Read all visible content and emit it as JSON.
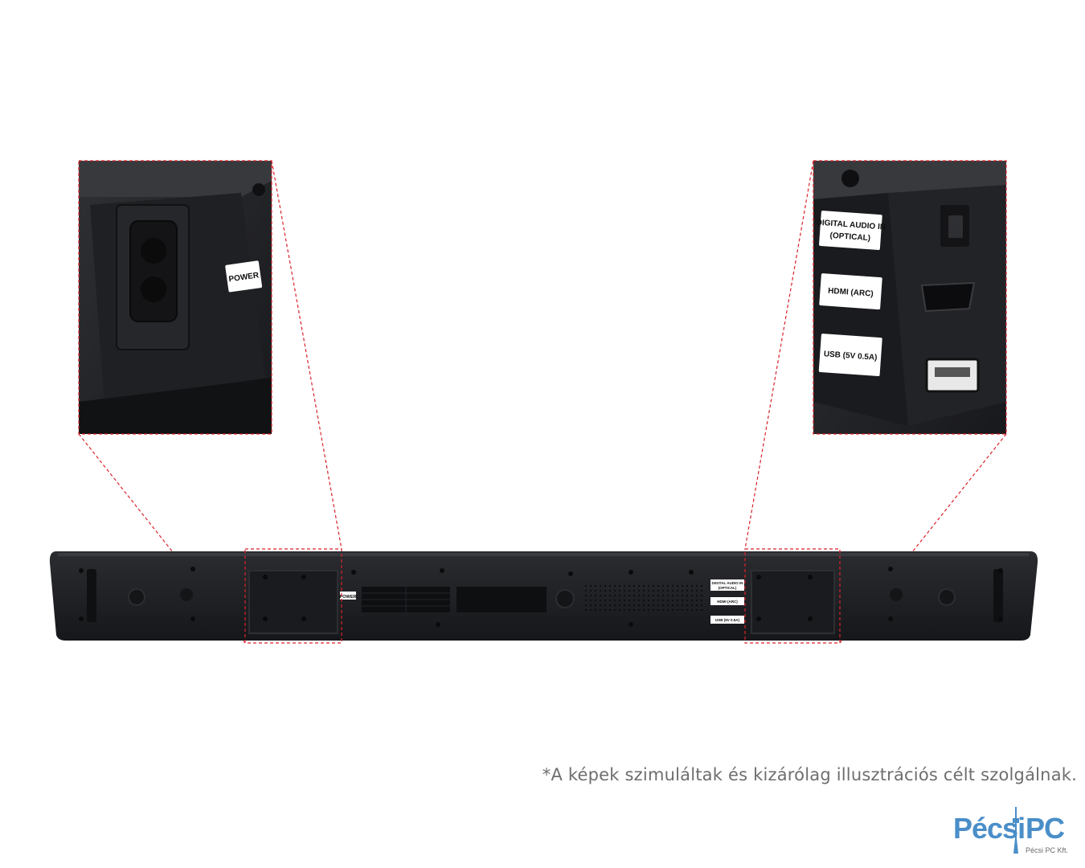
{
  "left_callout": {
    "port_label": "POWER"
  },
  "right_callout": {
    "port_labels": [
      "DIGITAL AUDIO IN",
      "(OPTICAL)",
      "HDMI (ARC)",
      "USB (5V 0.5A)"
    ]
  },
  "soundbar": {
    "labels": {
      "power": "POWER",
      "optical_line1": "DIGITAL AUDIO IN",
      "optical_line2": "(OPTICAL)",
      "hdmi": "HDMI (ARC)",
      "usb": "USB (5V 0.5A)"
    }
  },
  "disclaimer": "*A képek szimuláltak és kizárólag illusztrációs célt szolgálnak.",
  "logo": {
    "word_a": "Pécsi",
    "word_b": "PC",
    "sub": "Pécsi PC Kft."
  },
  "colors": {
    "device_body": "#1c1d20",
    "device_panel": "#2a2b2f",
    "callout_line": "#d9232a",
    "logo_blue": "#4a8ec8"
  }
}
